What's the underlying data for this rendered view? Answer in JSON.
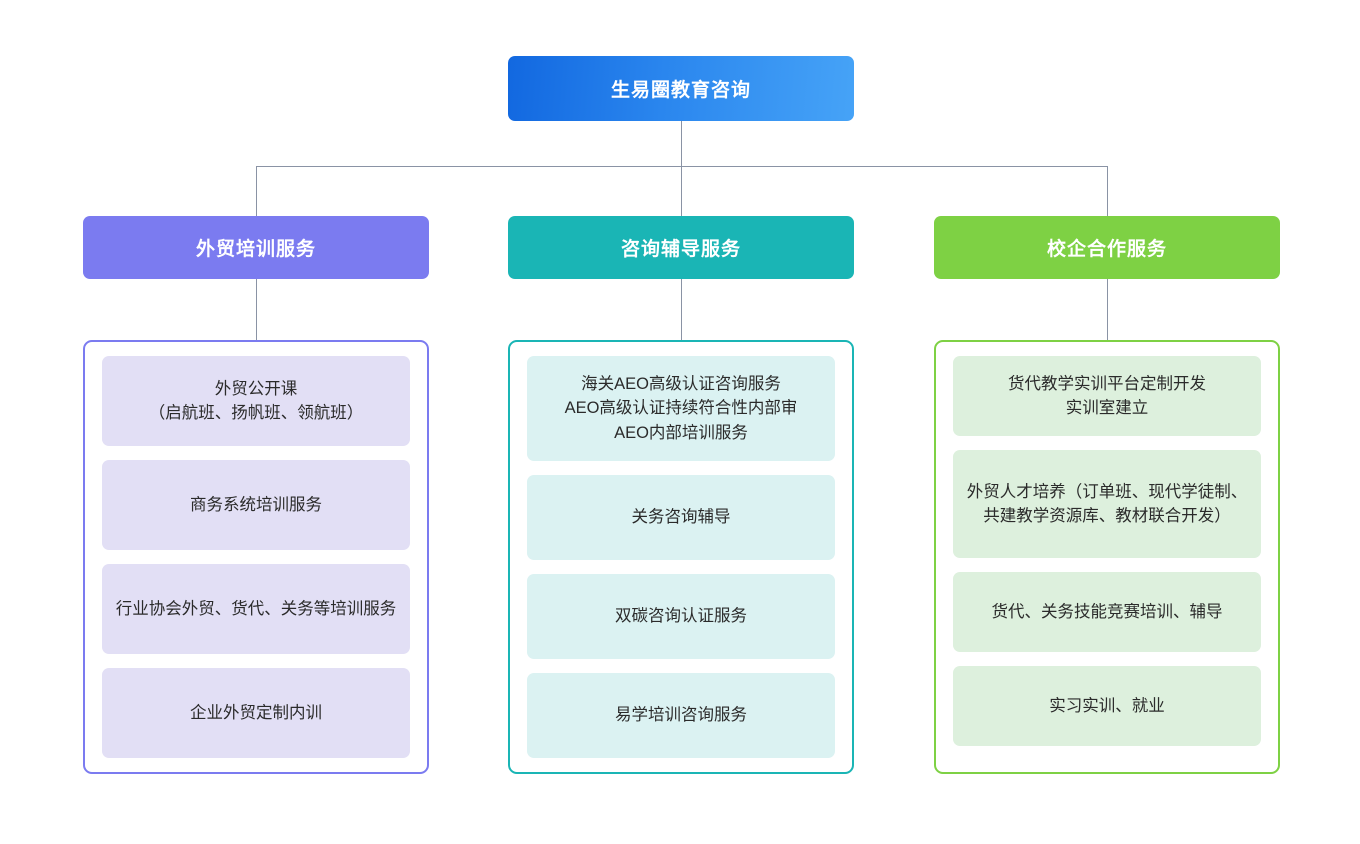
{
  "diagram": {
    "type": "organization-chart",
    "root": {
      "label": "生易圈教育咨询",
      "color": "#2a86ee"
    },
    "branches": [
      {
        "label": "外贸培训服务",
        "color": "#7b7bf0",
        "card_color": "#e2dff5",
        "items": [
          {
            "text": "外贸公开课\n（启航班、扬帆班、领航班）",
            "height": 90
          },
          {
            "text": "商务系统培训服务",
            "height": 90
          },
          {
            "text": "行业协会外贸、货代、关务等培训服务",
            "height": 90
          },
          {
            "text": "企业外贸定制内训",
            "height": 90
          }
        ]
      },
      {
        "label": "咨询辅导服务",
        "color": "#1ab5b5",
        "card_color": "#dbf2f2",
        "items": [
          {
            "text": "海关AEO高级认证咨询服务\nAEO高级认证持续符合性内部审\nAEO内部培训服务",
            "height": 105
          },
          {
            "text": "关务咨询辅导",
            "height": 85
          },
          {
            "text": "双碳咨询认证服务",
            "height": 85
          },
          {
            "text": "易学培训咨询服务",
            "height": 85
          }
        ]
      },
      {
        "label": "校企合作服务",
        "color": "#7ed144",
        "card_color": "#ddf0dd",
        "items": [
          {
            "text": "货代教学实训平台定制开发\n实训室建立",
            "height": 80
          },
          {
            "text": "外贸人才培养（订单班、现代学徒制、共建教学资源库、教材联合开发）",
            "height": 108
          },
          {
            "text": "货代、关务技能竞赛培训、辅导",
            "height": 80
          },
          {
            "text": "实习实训、就业",
            "height": 80
          }
        ]
      }
    ],
    "connector_color": "#8a93a5"
  }
}
